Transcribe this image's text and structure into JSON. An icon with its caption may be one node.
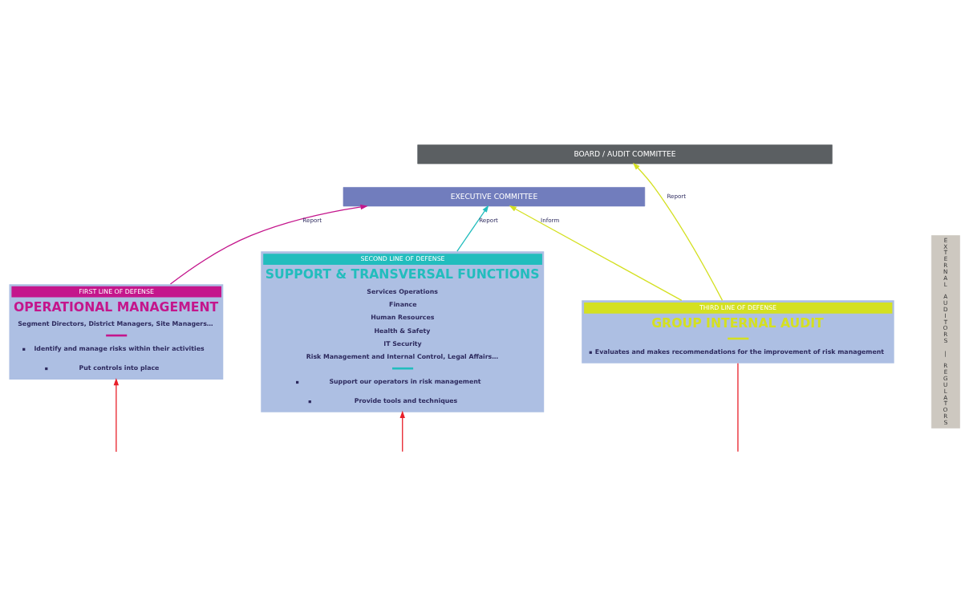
{
  "diagram": {
    "nodes": [
      {
        "text": [
          "BOARD / AUDIT COMMITTEE"
        ]
      },
      {
        "text": [
          "EXECUTIVE COMMITTEE"
        ]
      },
      {
        "text": [
          "FIRST LINE OF DEFENSE",
          "OPERATIONAL MANAGEMENT",
          "Segment Directors, District Managers, Site Managers…",
          "Identify and manage risks within their activities",
          "Put controls into place"
        ]
      },
      {
        "text": [
          "SECOND LINE OF DEFENSE",
          "SUPPORT & TRANSVERSAL FUNCTIONS",
          "Services Operations",
          "Finance",
          "Human Resources",
          "Health & Safety",
          "IT Security",
          "Risk Management and Internal Control, Legal Affairs…",
          "Support our operators in risk management",
          "Provide tools and techniques"
        ]
      },
      {
        "text": [
          "THIRD LINE OF DEFENSE",
          "GROUP INTERNAL AUDIT",
          "Evaluates and makes recommendations for the improvement of risk management"
        ]
      },
      {
        "text": [
          "EXTERNAL AUDITORS | REGULATORS"
        ]
      }
    ],
    "edges": [
      {
        "from": 2,
        "to": 1,
        "arrow": "to",
        "label": "Report",
        "color": "#c4168c"
      },
      {
        "from": 3,
        "to": 1,
        "arrow": "to",
        "label": "Report",
        "color": "#22bdbd"
      },
      {
        "from": 4,
        "to": 1,
        "arrow": "to",
        "label": "Inform",
        "color": "#d4e021"
      },
      {
        "from": 4,
        "to": 0,
        "arrow": "to",
        "label": "Report",
        "color": "#d4e021"
      },
      {
        "from": null,
        "to": 2,
        "arrow": "to",
        "color": "#e8202a"
      },
      {
        "from": null,
        "to": 3,
        "arrow": "to",
        "color": "#e8202a"
      },
      {
        "from": 4,
        "to": null,
        "arrow": "none",
        "color": "#e8202a"
      }
    ]
  }
}
